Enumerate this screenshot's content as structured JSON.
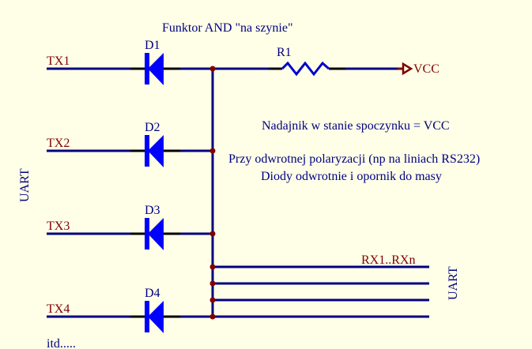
{
  "title": "Funktor AND \"na szynie\"",
  "notes": [
    "Nadajnik w stanie spoczynku = VCC",
    "Przy odwrotnej polaryzacji (np na liniach RS232)",
    "Diody odwrotnie i opornik do masy"
  ],
  "left_group_label": "UART",
  "right_group_label": "UART",
  "tx_lines": [
    {
      "net": "TX1",
      "diode": "D1"
    },
    {
      "net": "TX2",
      "diode": "D2"
    },
    {
      "net": "TX3",
      "diode": "D3"
    },
    {
      "net": "TX4",
      "diode": "D4"
    }
  ],
  "resistor": {
    "ref": "R1"
  },
  "power_port": {
    "label": "VCC"
  },
  "rx_bus_label": "RX1..RXn",
  "continuation": "itd.....",
  "colors": {
    "background": "#FFFFE8",
    "wire": "#000080",
    "net_label": "#800000",
    "diode": "#0000FF",
    "junction": "#800000",
    "text": "#000080"
  }
}
